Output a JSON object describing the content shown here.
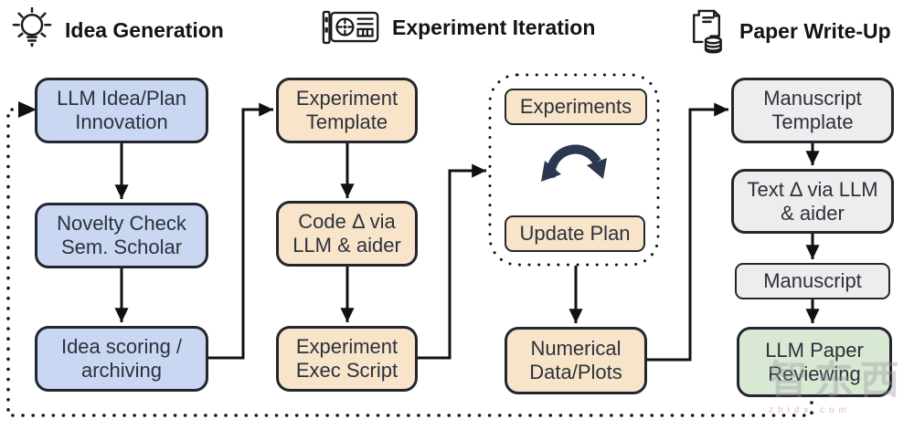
{
  "headers": {
    "idea_generation": {
      "label": "Idea Generation",
      "icon": "lightbulb-icon"
    },
    "experiment_iteration": {
      "label": "Experiment Iteration",
      "icon": "gpu-card-icon"
    },
    "paper_writeup": {
      "label": "Paper Write-Up",
      "icon": "paper-stack-icon"
    }
  },
  "nodes": {
    "llm_idea_plan": {
      "label": "LLM Idea/Plan Innovation",
      "fill": "#c9d7f2"
    },
    "novelty_check": {
      "label": "Novelty Check Sem. Scholar",
      "fill": "#c9d7f2"
    },
    "idea_scoring": {
      "label": "Idea scoring / archiving",
      "fill": "#c9d7f2"
    },
    "experiment_template": {
      "label": "Experiment Template",
      "fill": "#f8e4c9"
    },
    "code_delta": {
      "label": "Code Δ via LLM & aider",
      "fill": "#f8e4c9"
    },
    "experiment_exec": {
      "label": "Experiment Exec Script",
      "fill": "#f8e4c9"
    },
    "experiments": {
      "label": "Experiments",
      "fill": "#f8e4c9"
    },
    "update_plan": {
      "label": "Update Plan",
      "fill": "#f8e4c9"
    },
    "numerical_data": {
      "label": "Numerical Data/Plots",
      "fill": "#f8e4c9"
    },
    "manuscript_template": {
      "label": "Manuscript Template",
      "fill": "#ededed"
    },
    "text_delta": {
      "label": "Text Δ via LLM & aider",
      "fill": "#ededed"
    },
    "manuscript": {
      "label": "Manuscript",
      "fill": "#ededed"
    },
    "llm_paper_reviewing": {
      "label": "LLM Paper Reviewing",
      "fill": "#d9e8d2"
    }
  },
  "edges": [
    {
      "from": "llm_idea_plan",
      "to": "novelty_check",
      "style": "solid"
    },
    {
      "from": "novelty_check",
      "to": "idea_scoring",
      "style": "solid"
    },
    {
      "from": "idea_scoring",
      "to": "experiment_template",
      "style": "solid"
    },
    {
      "from": "experiment_template",
      "to": "code_delta",
      "style": "solid"
    },
    {
      "from": "code_delta",
      "to": "experiment_exec",
      "style": "solid"
    },
    {
      "from": "experiment_exec",
      "to": "experiment_loop_group",
      "style": "solid"
    },
    {
      "from": "experiment_loop_group",
      "to": "numerical_data",
      "style": "solid"
    },
    {
      "from": "numerical_data",
      "to": "manuscript_template",
      "style": "solid"
    },
    {
      "from": "manuscript_template",
      "to": "text_delta",
      "style": "solid"
    },
    {
      "from": "text_delta",
      "to": "manuscript",
      "style": "solid"
    },
    {
      "from": "manuscript",
      "to": "llm_paper_reviewing",
      "style": "solid"
    },
    {
      "from": "llm_paper_reviewing",
      "to": "llm_idea_plan",
      "style": "dotted"
    }
  ],
  "colors": {
    "idea_node_fill": "#c9d7f2",
    "experiment_node_fill": "#f8e4c9",
    "writeup_node_fill": "#ededed",
    "review_node_fill": "#d9e8d2",
    "node_border": "#23262e",
    "connector": "#111111",
    "loop_icon": "#2b3850"
  },
  "watermark": {
    "text": "智东西",
    "subtext": "zhidx.com"
  }
}
